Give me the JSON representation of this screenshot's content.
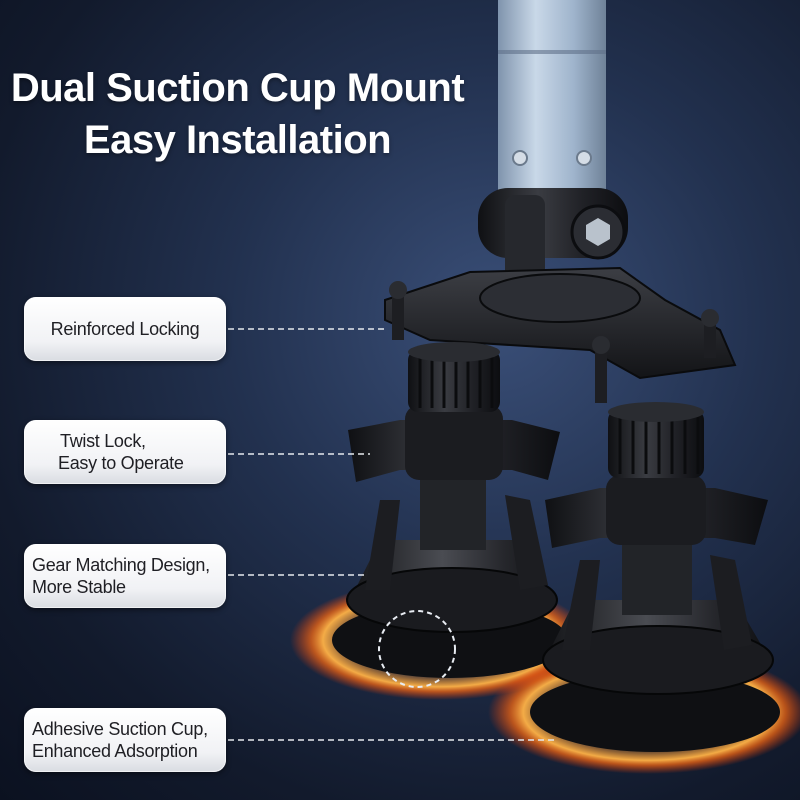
{
  "headline": {
    "line1": "Dual Suction Cup Mount",
    "line2": "Easy Installation"
  },
  "features": [
    {
      "line1": "Reinforced Locking"
    },
    {
      "line1": "Twist Lock,",
      "line2": "Easy to Operate"
    },
    {
      "line1": "Gear Matching Design,",
      "line2": "More Stable"
    },
    {
      "line1": "Adhesive Suction Cup,",
      "line2": "Enhanced Adsorption"
    }
  ],
  "colors": {
    "background": "#1b2740",
    "glow": "#ff8a1e",
    "pill": "#f4f5f7",
    "headline": "#ffffff",
    "mount_body": "#1c1d21",
    "arm": "#a9bfd6"
  },
  "icons": [
    "product-mount-illustration",
    "gear-highlight-circle",
    "leader-line"
  ]
}
